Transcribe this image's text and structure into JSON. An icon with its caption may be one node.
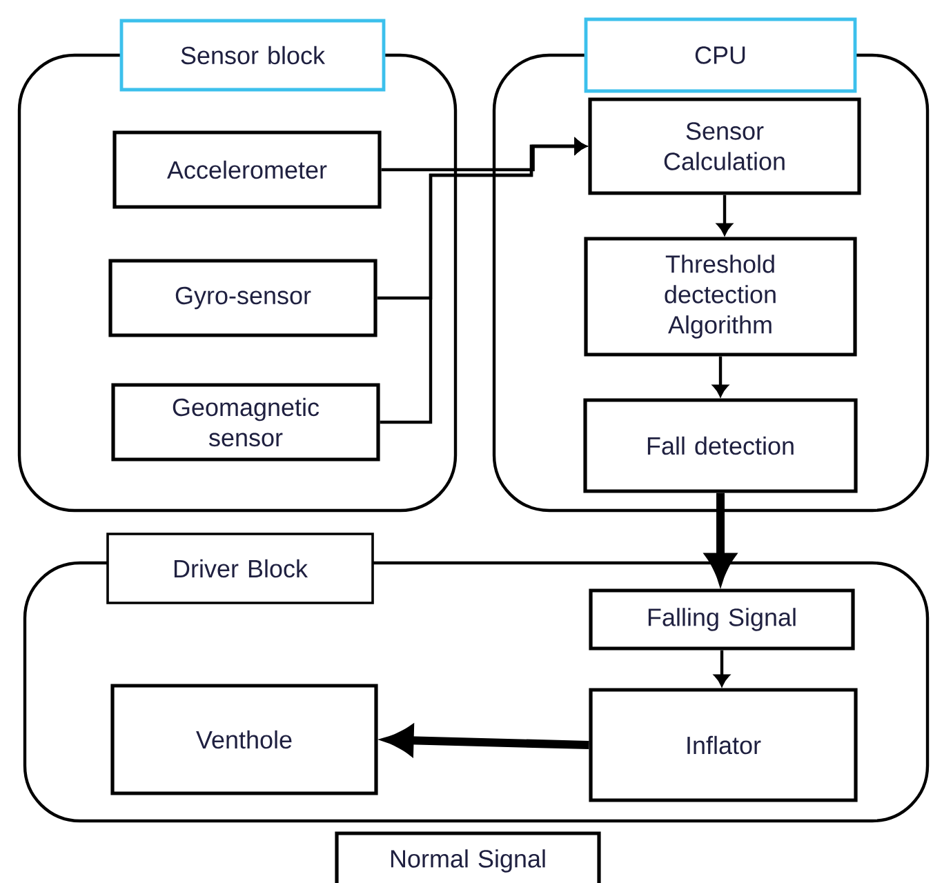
{
  "diagram": {
    "nodes": [
      {
        "text": [],
        "shape": "box"
      },
      {
        "text": [
          "Sensor block"
        ]
      },
      {
        "text": [
          "Accelerometer"
        ],
        "in": 0
      },
      {
        "text": [
          "Gyro-sensor"
        ],
        "in": 0
      },
      {
        "text": [
          "Geomagnetic sensor"
        ],
        "in": 0
      },
      {
        "text": [],
        "shape": "box"
      },
      {
        "text": [
          "CPU"
        ]
      },
      {
        "text": [
          "Sensor Calculation"
        ],
        "in": 5
      },
      {
        "text": [
          "Threshold dectection Algorithm"
        ],
        "in": 5
      },
      {
        "text": [
          "Fall detection"
        ],
        "in": 5
      },
      {
        "text": [],
        "shape": "box"
      },
      {
        "text": [
          "Driver Block"
        ]
      },
      {
        "text": [
          "Falling Signal"
        ],
        "in": 10
      },
      {
        "text": [
          "Inflator"
        ],
        "in": 10
      },
      {
        "text": [
          "Venthole"
        ],
        "in": 10
      },
      {
        "text": [
          "Normal Signal"
        ]
      }
    ],
    "edges": [
      {
        "from": 2,
        "to": 7,
        "arrow": "to"
      },
      {
        "from": 3,
        "to": 7,
        "arrow": "to"
      },
      {
        "from": 4,
        "to": 7,
        "arrow": "to"
      },
      {
        "from": 7,
        "to": 8,
        "arrow": "to"
      },
      {
        "from": 8,
        "to": 9,
        "arrow": "to"
      },
      {
        "from": 9,
        "to": 12,
        "arrow": "to",
        "style": "thick"
      },
      {
        "from": 12,
        "to": 13,
        "arrow": "to"
      },
      {
        "from": 13,
        "to": 14,
        "arrow": "to",
        "style": "thick"
      }
    ]
  }
}
